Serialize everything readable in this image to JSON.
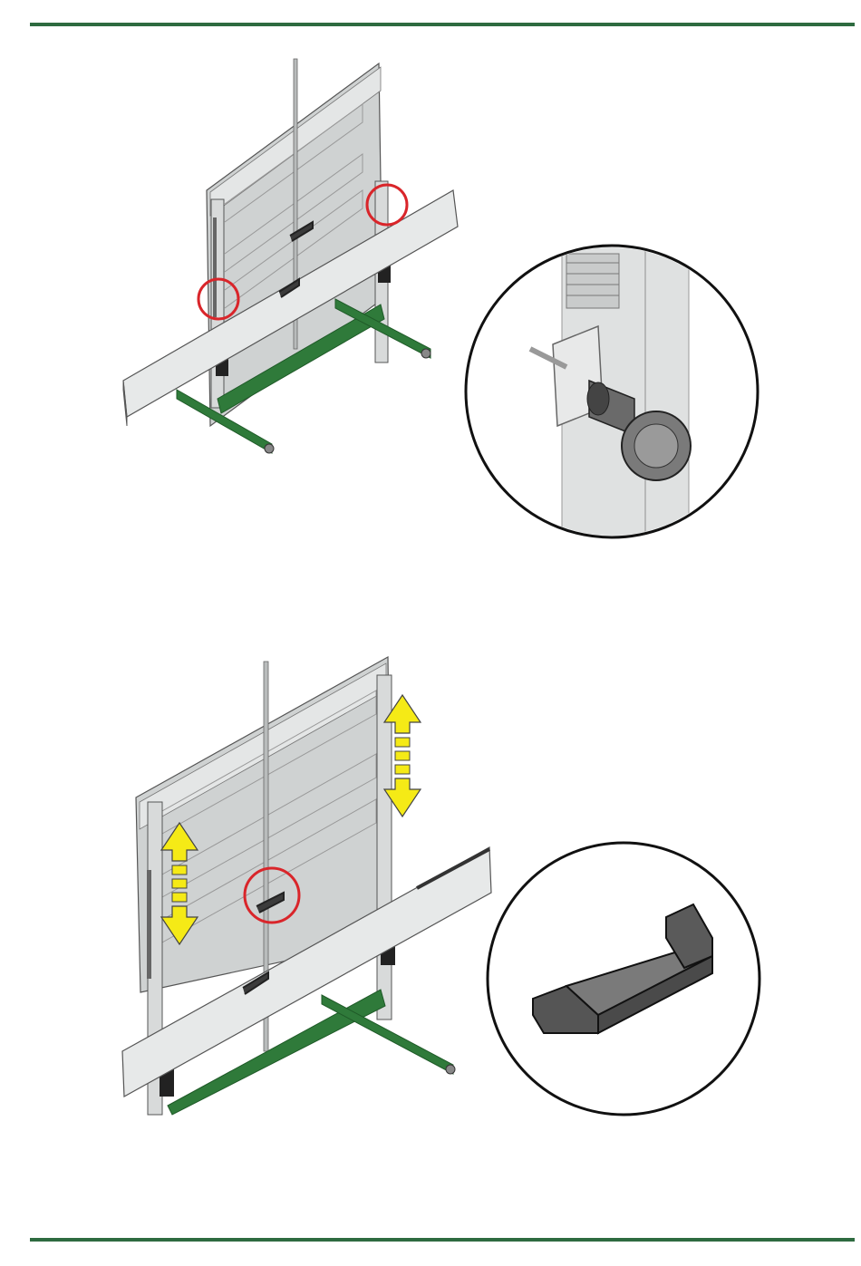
{
  "page": {
    "accent_color": "#2e6b40"
  },
  "colors": {
    "frame_green": "#2f7a3a",
    "frame_green_dark": "#1f5a28",
    "panel_gray": "#cfd2d2",
    "panel_light": "#e4e6e6",
    "metal": "#b9bcbc",
    "callout_red": "#d9252a",
    "arrow_yellow": "#f5ea16",
    "handle_dark": "#4a4a4a"
  },
  "figures": [
    {
      "id": "figure-1",
      "callouts": 2,
      "detail_icon": "star-knob-icon"
    },
    {
      "id": "figure-2",
      "callouts": 1,
      "detail_icon": "handle-icon"
    }
  ]
}
